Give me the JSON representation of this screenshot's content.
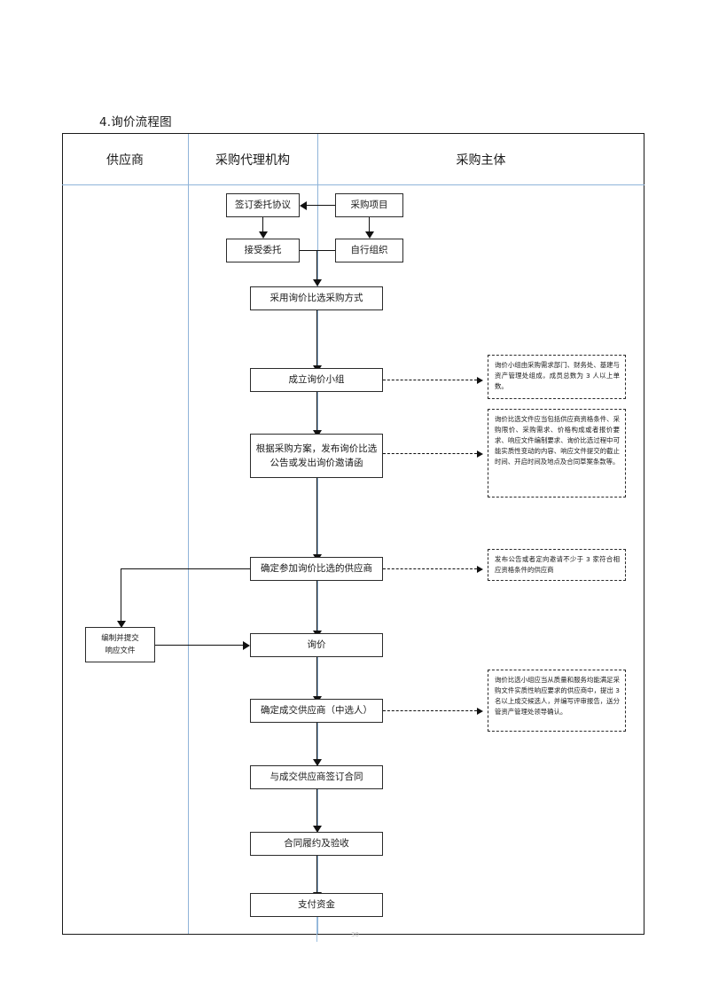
{
  "document": {
    "title": "4.询价流程图",
    "page_mark": "30"
  },
  "lanes": [
    {
      "id": "supplier",
      "label": "供应商"
    },
    {
      "id": "agency",
      "label": "采购代理机构"
    },
    {
      "id": "purchaser",
      "label": "采购主体"
    }
  ],
  "nodes": {
    "sign_agreement": "签订委托协议",
    "procurement_project": "采购项目",
    "accept_entrust": "接受委托",
    "self_organize": "自行组织",
    "adopt_method": "采用询价比选采购方式",
    "form_group": "成立询价小组",
    "publish_notice": "根据采购方案，发布询价比选公告或发出询价邀请函",
    "confirm_suppliers": "确定参加询价比选的供应商",
    "prepare_response_1": "编制并提交",
    "prepare_response_2": "响应文件",
    "inquiry": "询价",
    "confirm_winner": "确定成交供应商（中选人）",
    "sign_contract": "与成交供应商签订合同",
    "perform_accept": "合同履约及验收",
    "pay_funds": "支付资金"
  },
  "notes": {
    "note_group": "询价小组由采购需求部门、财务处、基建与资产管理处组成，成员总数为 3 人以上单数。",
    "note_documents": "询价比选文件应当包括供应商资格条件、采购限价、采购需求、价格构成或者报价要求、响应文件编制要求、询价比选过程中可能实质性变动的内容、响应文件提交的截止时间、开启时间及地点及合同草案条款等。",
    "note_invite": "发布公告或者定向邀请不少于 3 家符合相应资格条件的供应商",
    "note_award": "询价比选小组应当从质量和服务均能满足采购文件实质性响应要求的供应商中，提出 3 名以上成交候选人，并编写评审报告，送分管资产管理处领导确认。"
  },
  "colors": {
    "lane_separator": "#8fb4d9",
    "frame_border": "#1a1a1a",
    "node_border": "#2b2b2b",
    "connector": "#111111"
  }
}
